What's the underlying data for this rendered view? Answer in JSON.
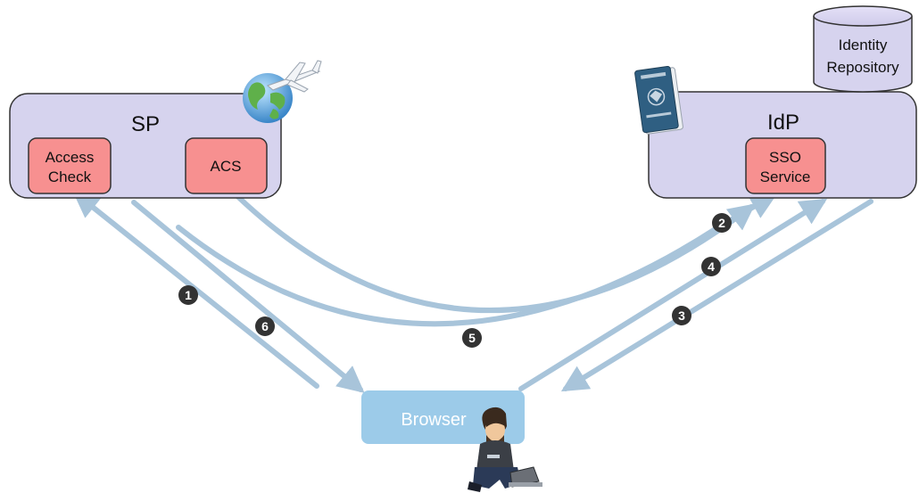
{
  "sp": {
    "title": "SP",
    "access_check_line1": "Access",
    "access_check_line2": "Check",
    "acs_label": "ACS"
  },
  "idp": {
    "title": "IdP",
    "sso_line1": "SSO",
    "sso_line2": "Service",
    "repository_line1": "Identity",
    "repository_line2": "Repository"
  },
  "browser": {
    "label": "Browser"
  },
  "steps": [
    "1",
    "2",
    "3",
    "4",
    "5",
    "6"
  ],
  "icons": [
    "globe-airplane-icon",
    "passport-icon",
    "user-laptop-icon"
  ],
  "colors": {
    "box_fill": "#d6d3ee",
    "component_fill": "#f79090",
    "browser_fill": "#9ccbe9",
    "arrow": "#a8c4da",
    "step_badge": "#333333"
  }
}
